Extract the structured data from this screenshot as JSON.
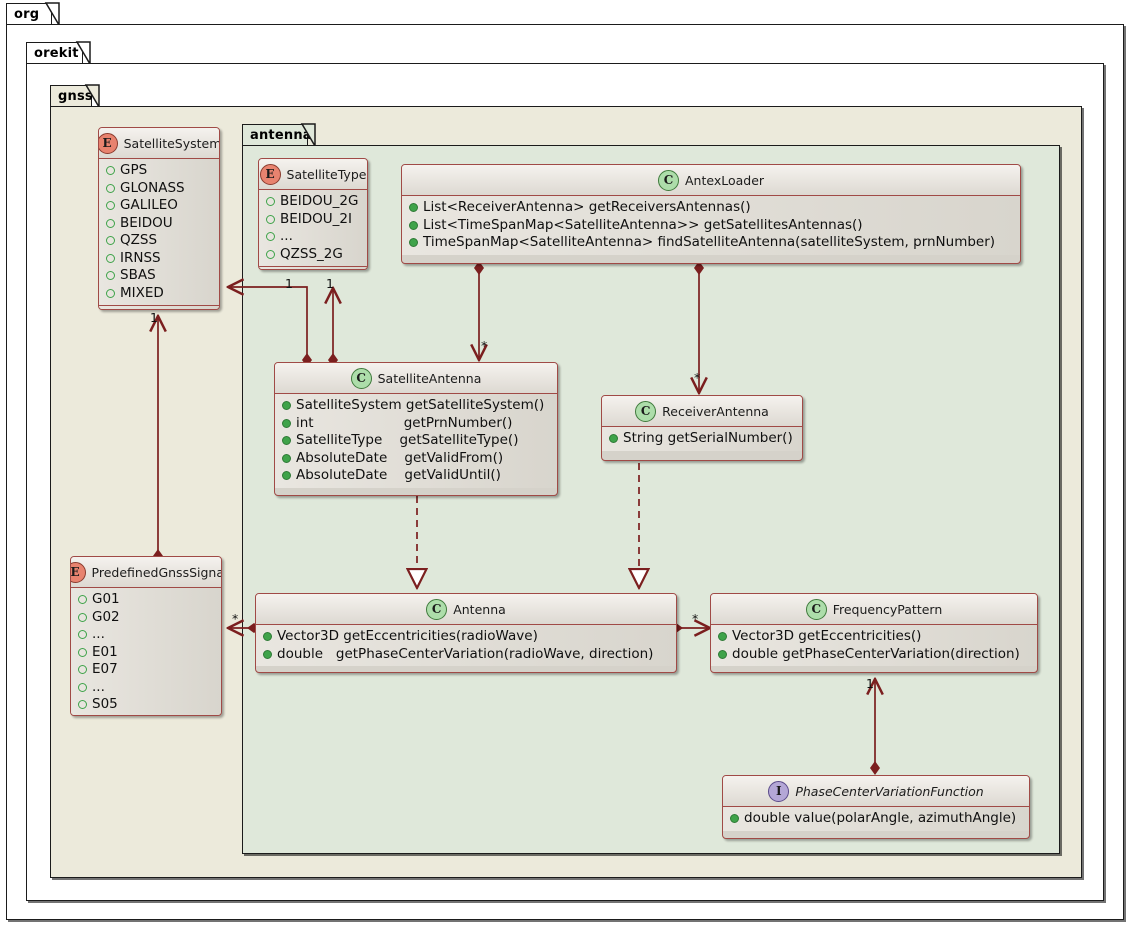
{
  "diagram": {
    "kind": "uml-class-diagram",
    "colors": {
      "package_outer_bg": "#ffffff",
      "package_gnss_bg": "#eceadb",
      "package_antenna_bg": "#dfe8da",
      "class_border": "#a04a46",
      "class_header_bg": "#ece9e3",
      "class_body_bg": "#ddd9d2",
      "link": "#7b1f1f",
      "enum_icon": "#e8836f",
      "class_icon": "#adddaa",
      "interface_icon": "#b4a7d6",
      "member_dot": "#3fa34a"
    }
  },
  "packages": [
    {
      "name": "org",
      "label": "org"
    },
    {
      "name": "orekit",
      "label": "orekit"
    },
    {
      "name": "gnss",
      "label": "gnss"
    },
    {
      "name": "antenna",
      "label": "antenna"
    }
  ],
  "nodes": {
    "satellite_system": {
      "title": "SatelliteSystem",
      "stereotype": "E",
      "members": [
        "GPS",
        "GLONASS",
        "GALILEO",
        "BEIDOU",
        "QZSS",
        "IRNSS",
        "SBAS",
        "MIXED"
      ]
    },
    "satellite_type": {
      "title": "SatelliteType",
      "stereotype": "E",
      "members": [
        "BEIDOU_2G",
        "BEIDOU_2I",
        "...",
        "QZSS_2G"
      ]
    },
    "antex_loader": {
      "title": "AntexLoader",
      "stereotype": "C",
      "members": [
        "List<ReceiverAntenna> getReceiversAntennas()",
        "List<TimeSpanMap<SatelliteAntenna>> getSatellitesAntennas()",
        "TimeSpanMap<SatelliteAntenna> findSatelliteAntenna(satelliteSystem, prnNumber)"
      ]
    },
    "satellite_antenna": {
      "title": "SatelliteAntenna",
      "stereotype": "C",
      "members": [
        "SatelliteSystem getSatelliteSystem()",
        "int                     getPrnNumber()",
        "SatelliteType    getSatelliteType()",
        "AbsoluteDate    getValidFrom()",
        "AbsoluteDate    getValidUntil()"
      ]
    },
    "receiver_antenna": {
      "title": "ReceiverAntenna",
      "stereotype": "C",
      "members": [
        "String getSerialNumber()"
      ]
    },
    "predefined_gnss_signal": {
      "title": "PredefinedGnssSignal",
      "stereotype": "E",
      "members": [
        "G01",
        "G02",
        "...",
        "E01",
        "E07",
        "...",
        "S05"
      ]
    },
    "antenna": {
      "title": "Antenna",
      "stereotype": "C",
      "members": [
        "Vector3D getEccentricities(radioWave)",
        "double   getPhaseCenterVariation(radioWave, direction)"
      ]
    },
    "frequency_pattern": {
      "title": "FrequencyPattern",
      "stereotype": "C",
      "members": [
        "Vector3D getEccentricities()",
        "double getPhaseCenterVariation(direction)"
      ]
    },
    "phase_center_variation_function": {
      "title": "PhaseCenterVariationFunction",
      "stereotype": "I",
      "italic_title": true,
      "members": [
        "double value(polarAngle, azimuthAngle)"
      ]
    }
  },
  "relations": [
    {
      "name": "satellite-antenna-to-satellite-system",
      "from": "SatelliteAntenna",
      "to": "SatelliteSystem",
      "type": "composition",
      "multiplicity": "1"
    },
    {
      "name": "satellite-antenna-to-satellite-type",
      "from": "SatelliteAntenna",
      "to": "SatelliteType",
      "type": "composition",
      "multiplicity": "1"
    },
    {
      "name": "antex-loader-to-satellite-antenna",
      "from": "AntexLoader",
      "to": "SatelliteAntenna",
      "type": "composition",
      "multiplicity": "*"
    },
    {
      "name": "antex-loader-to-receiver-antenna",
      "from": "AntexLoader",
      "to": "ReceiverAntenna",
      "type": "composition",
      "multiplicity": "*"
    },
    {
      "name": "satellite-antenna-extends-antenna",
      "from": "SatelliteAntenna",
      "to": "Antenna",
      "type": "generalization",
      "multiplicity": ""
    },
    {
      "name": "receiver-antenna-extends-antenna",
      "from": "ReceiverAntenna",
      "to": "Antenna",
      "type": "generalization",
      "multiplicity": ""
    },
    {
      "name": "antenna-to-predefined-gnss-signal",
      "from": "Antenna",
      "to": "PredefinedGnssSignal",
      "type": "composition",
      "multiplicity": "*"
    },
    {
      "name": "antenna-to-frequency-pattern",
      "from": "Antenna",
      "to": "FrequencyPattern",
      "type": "composition",
      "multiplicity": "*"
    },
    {
      "name": "pcv-function-to-frequency-pattern",
      "from": "PhaseCenterVariationFunction",
      "to": "FrequencyPattern",
      "type": "composition",
      "multiplicity": "1"
    },
    {
      "name": "predefined-gnss-signal-to-satellite-system",
      "from": "PredefinedGnssSignal",
      "to": "SatelliteSystem",
      "type": "composition",
      "multiplicity": "1"
    }
  ],
  "multiplicity_labels": [
    {
      "name": "mult-satellite-system-left",
      "text": "1"
    },
    {
      "name": "mult-satellite-type",
      "text": "1"
    },
    {
      "name": "mult-predefined-signal-up",
      "text": "1"
    },
    {
      "name": "mult-satellite-antenna-in",
      "text": "*"
    },
    {
      "name": "mult-receiver-antenna-in",
      "text": "*"
    },
    {
      "name": "mult-predefined-signal-in",
      "text": "*"
    },
    {
      "name": "mult-frequency-pattern-in",
      "text": "*"
    },
    {
      "name": "mult-pcv-function-up",
      "text": "1"
    }
  ]
}
